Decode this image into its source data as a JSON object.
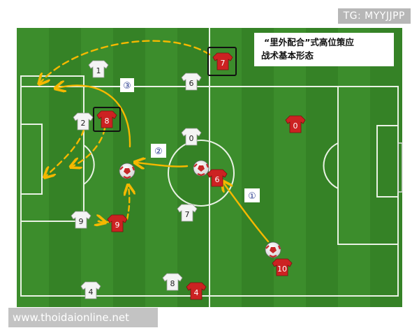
{
  "diagram": {
    "title_line1": "“里外配合”式高位策应",
    "title_line2": "战术基本形态",
    "watermark_top": "TG: MYYJJPP",
    "watermark_bottom": "www.thoidaionline.net",
    "steps": [
      "①",
      "②",
      "③"
    ],
    "colors": {
      "grass_dark": "#2f7a23",
      "grass_light": "#3c8d2c",
      "line": "#e9f2e4",
      "red_shirt": "#cc2222",
      "white_shirt": "#f4f4f4",
      "arrow": "#f5b800",
      "highlight_box": "#111111"
    },
    "players": {
      "red": [
        "7",
        "8",
        "0",
        "6",
        "9",
        "10",
        "4"
      ],
      "white": [
        "1",
        "6",
        "2",
        "0",
        "9",
        "7",
        "8",
        "4"
      ]
    },
    "balls": 3
  }
}
